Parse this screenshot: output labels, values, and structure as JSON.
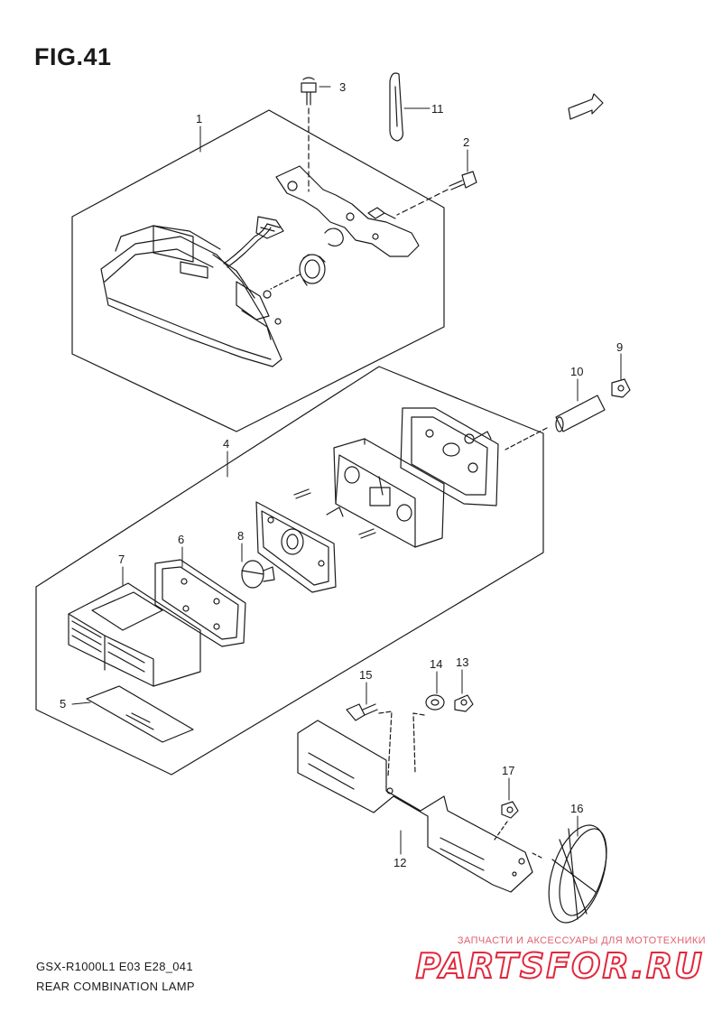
{
  "figure": {
    "title": "FIG.41"
  },
  "footer": {
    "model_code": "GSX-R1000L1 E03 E28_041",
    "section_name": "REAR COMBINATION LAMP"
  },
  "watermark": {
    "tagline": "ЗАПЧАСТИ И АКСЕССУАРЫ ДЛЯ МОТОТЕХНИКИ",
    "brand": "PARTSFOR.RU",
    "color": "#e2283c"
  },
  "direction_badge": {
    "label": "FWD"
  },
  "callouts": [
    "1",
    "2",
    "3",
    "4",
    "5",
    "6",
    "7",
    "8",
    "9",
    "10",
    "11",
    "12",
    "13",
    "14",
    "15",
    "16",
    "17"
  ],
  "colors": {
    "line": "#1a1a1a",
    "background": "#ffffff"
  }
}
